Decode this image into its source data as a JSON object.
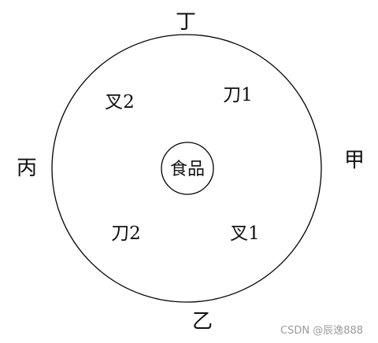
{
  "positions": {
    "top": "丁",
    "right": "甲",
    "bottom": "乙",
    "left": "丙"
  },
  "utensils": {
    "fork2": "叉2",
    "knife1": "刀1",
    "knife2": "刀2",
    "fork1": "叉1"
  },
  "center": {
    "label": "食品"
  },
  "watermark": "CSDN @辰逸888",
  "colors": {
    "stroke": "#000000",
    "text": "#111111",
    "watermark": "#9a9a9a"
  }
}
